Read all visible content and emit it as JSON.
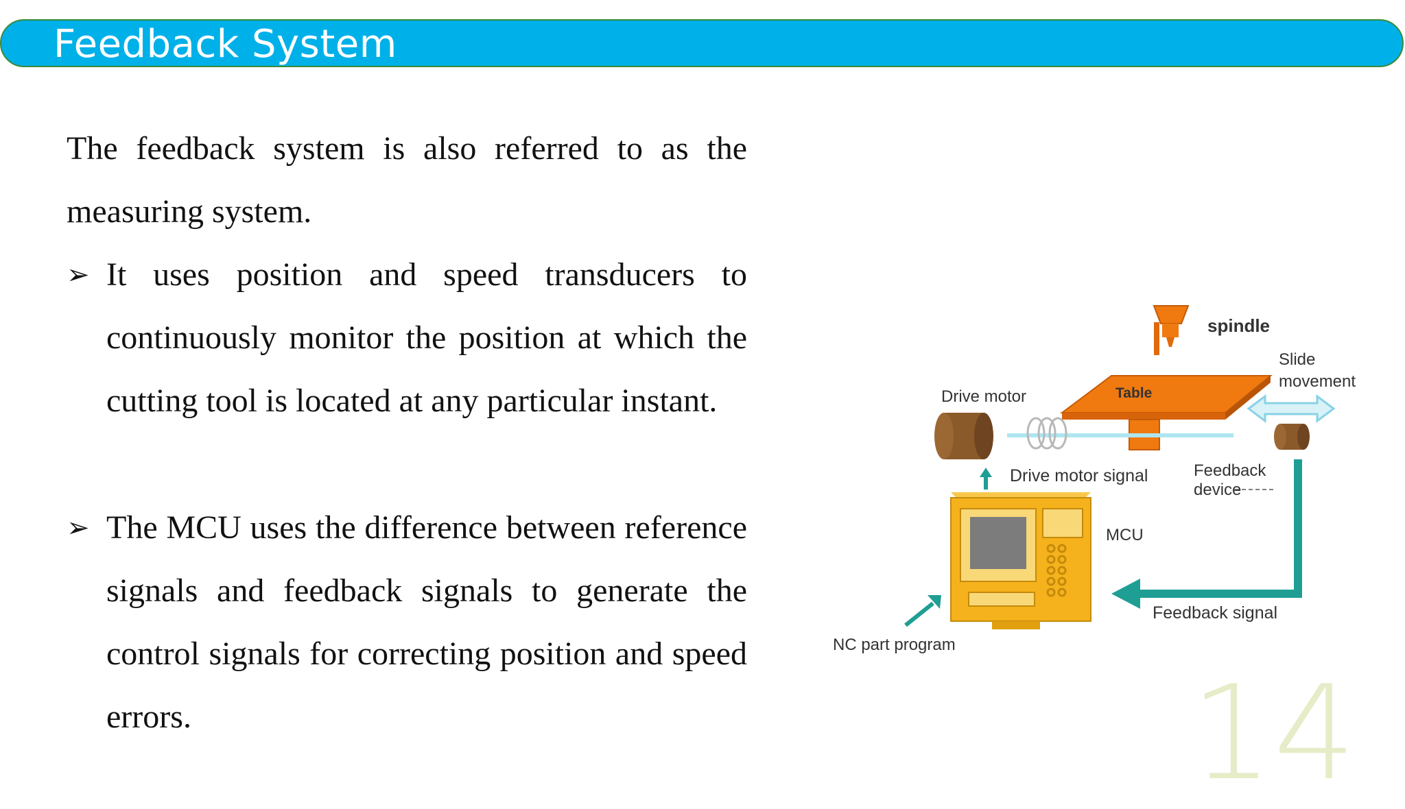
{
  "slide": {
    "title": "Feedback System",
    "page_number": "14"
  },
  "content": {
    "intro": "The feedback system is also referred to as the measuring system.",
    "bullets": [
      {
        "marker": "➢",
        "text": "It uses position and speed transducers to continuously monitor the position at which the cutting tool is located at any particular instant."
      },
      {
        "marker": "➢",
        "text": "The MCU uses the difference between reference signals and feedback signals to generate the control signals for correcting position and speed errors."
      }
    ]
  },
  "diagram": {
    "labels": {
      "spindle": "spindle",
      "slide_movement_1": "Slide",
      "slide_movement_2": "movement",
      "table": "Table",
      "drive_motor": "Drive motor",
      "drive_motor_signal": "Drive motor signal",
      "feedback_device_1": "Feedback",
      "feedback_device_2": "device",
      "mcu": "MCU",
      "feedback_signal": "Feedback signal",
      "nc_part_program": "NC part program"
    },
    "colors": {
      "header_bar": "#00b0e8",
      "orange": "#f07a10",
      "brown": "#8b5a2b",
      "teal_arrow": "#1f9e94",
      "mcu_body": "#f5b21c"
    }
  }
}
